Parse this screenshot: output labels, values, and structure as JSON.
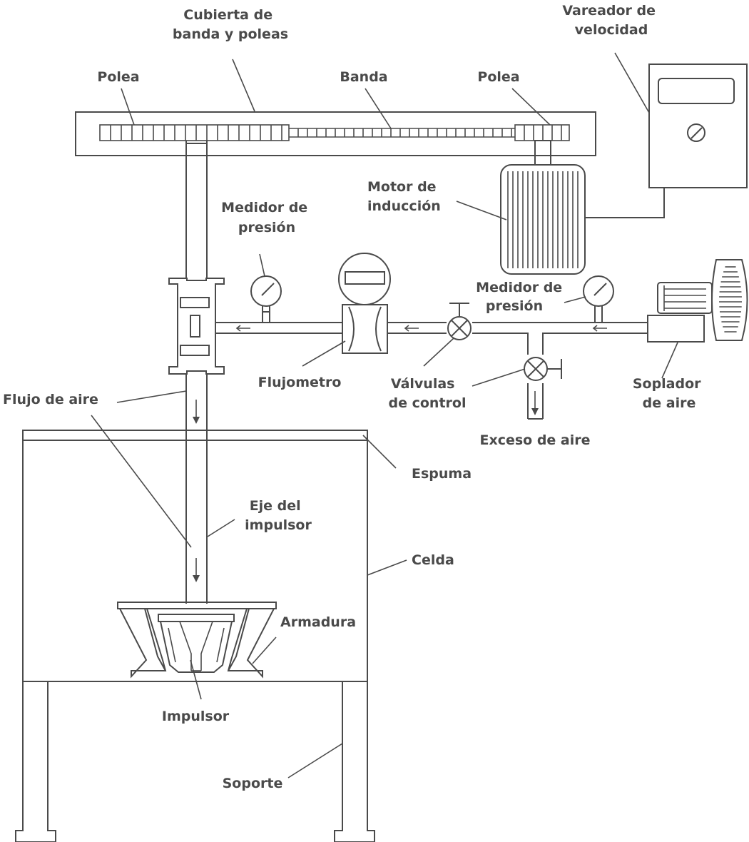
{
  "labels": {
    "belt_cover": [
      "Cubierta de",
      "banda y poleas"
    ],
    "speed_controller": [
      "Vareador de",
      "velocidad"
    ],
    "pulley_left": "Polea",
    "belt": "Banda",
    "pulley_right": "Polea",
    "induction_motor": [
      "Motor de",
      "inducción"
    ],
    "pressure_gauge_left": [
      "Medidor de",
      "presión"
    ],
    "pressure_gauge_right": [
      "Medidor de",
      "presión"
    ],
    "flowmeter": "Flujometro",
    "control_valves": [
      "Válvulas",
      "de control"
    ],
    "air_blower": [
      "Soplador",
      "de aire"
    ],
    "excess_air": "Exceso de aire",
    "air_flow": "Flujo de aire",
    "foam": "Espuma",
    "impeller_shaft": [
      "Eje del",
      "impulsor"
    ],
    "cell": "Celda",
    "armature": "Armadura",
    "impeller": "Impulsor",
    "support": "Soporte"
  }
}
